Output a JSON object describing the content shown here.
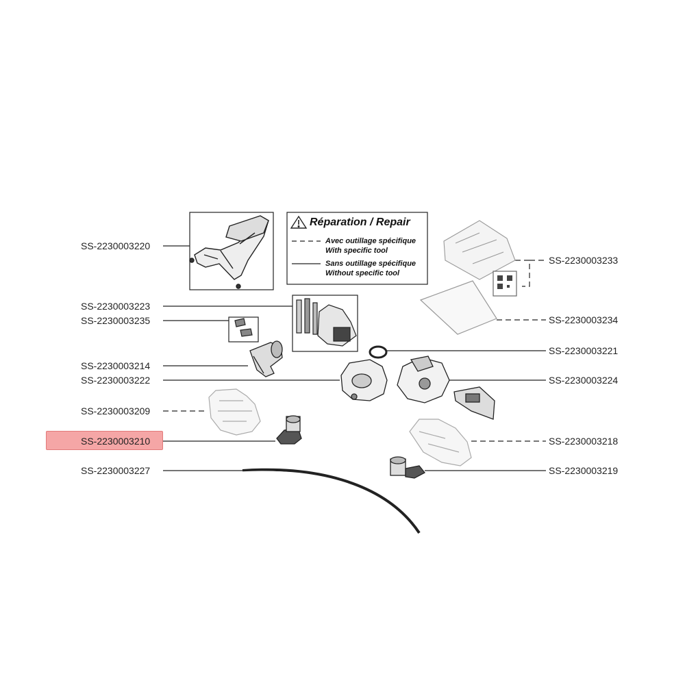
{
  "legend": {
    "title": "Réparation / Repair",
    "with_tool_fr": "Avec outillage spécifique",
    "with_tool_en": "With specific tool",
    "without_tool_fr": "Sans outillage spécifique",
    "without_tool_en": "Without specific tool"
  },
  "highlight_color": "#f5a6a6",
  "parts": {
    "p3220": "SS-2230003220",
    "p3223": "SS-2230003223",
    "p3235": "SS-2230003235",
    "p3214": "SS-2230003214",
    "p3222": "SS-2230003222",
    "p3209": "SS-2230003209",
    "p3210": "SS-2230003210",
    "p3227": "SS-2230003227",
    "p3233": "SS-2230003233",
    "p3234": "SS-2230003234",
    "p3221": "SS-2230003221",
    "p3224": "SS-2230003224",
    "p3218": "SS-2230003218",
    "p3219": "SS-2230003219"
  }
}
